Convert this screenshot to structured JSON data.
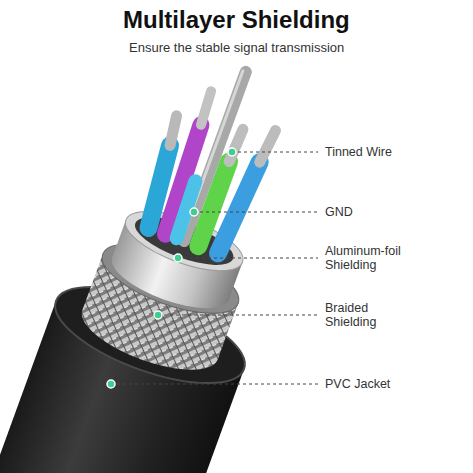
{
  "diagram": {
    "title": "Multilayer Shielding",
    "labels": [
      "Ensure the stable signal transmission",
      "Tinned Wire",
      "GND",
      "Aluminum-foil Shielding",
      "Braided Shielding",
      "PVC Jacket"
    ]
  }
}
